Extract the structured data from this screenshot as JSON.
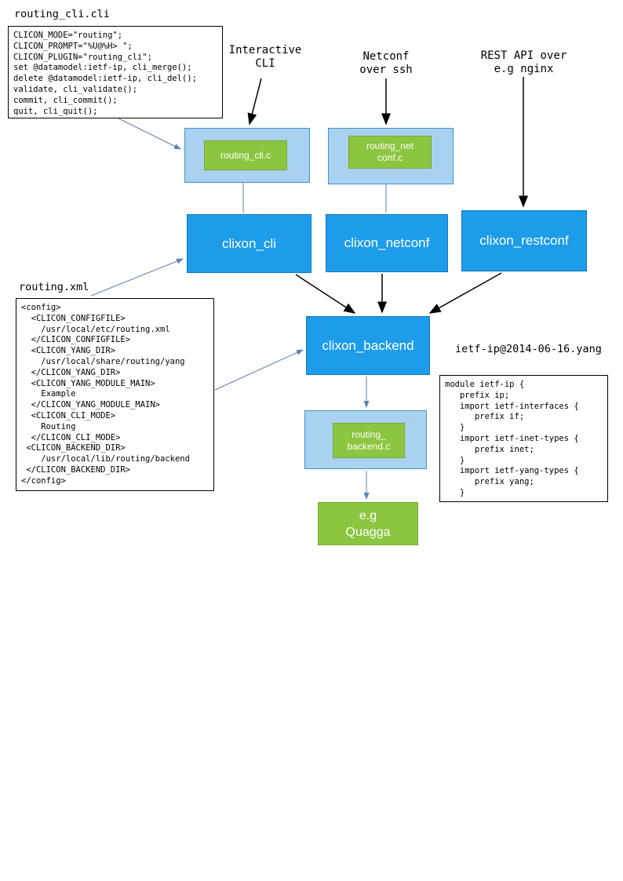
{
  "colors": {
    "box_blue": "#1d9ce9",
    "box_light_blue": "#a8d2f0",
    "box_green": "#8cc540",
    "arrow_blue": "#5b82b5",
    "arrow_black": "#000000"
  },
  "files": {
    "cli_spec": {
      "title": "routing_cli.cli",
      "code": "CLICON_MODE=\"routing\";\nCLICON_PROMPT=\"%U@%H> \";\nCLICON_PLUGIN=\"routing_cli\";\nset @datamodel:ietf-ip, cli_merge();\ndelete @datamodel:ietf-ip, cli_del();\nvalidate, cli_validate();\ncommit, cli_commit();\nquit, cli_quit();"
    },
    "config_xml": {
      "title": "routing.xml",
      "code": "<config>\n  <CLICON_CONFIGFILE>\n    /usr/local/etc/routing.xml\n  </CLICON_CONFIGFILE>\n  <CLICON_YANG_DIR>\n    /usr/local/share/routing/yang\n  </CLICON_YANG_DIR>\n  <CLICON_YANG_MODULE_MAIN>\n    Example\n  </CLICON_YANG_MODULE_MAIN>\n  <CLICON_CLI_MODE>\n    Routing\n  </CLICON_CLI_MODE>\n <CLICON_BACKEND_DIR>\n    /usr/local/lib/routing/backend\n </CLICON_BACKEND_DIR>\n</config>"
    },
    "yang_module": {
      "title": "ietf-ip@2014-06-16.yang",
      "code": "module ietf-ip {\n   prefix ip;\n   import ietf-interfaces {\n      prefix if;\n   }\n   import ietf-inet-types {\n      prefix inet;\n   }\n   import ietf-yang-types {\n      prefix yang;\n   }"
    }
  },
  "annotations": {
    "interactive_cli": "Interactive\nCLI",
    "netconf_ssh": "Netconf\nover ssh",
    "rest_api": "REST API over\ne.g nginx"
  },
  "nodes": {
    "routing_cli_c": "routing_cli.c",
    "routing_netconf_c": "routing_net\nconf.c",
    "clixon_cli": "clixon_cli",
    "clixon_netconf": "clixon_netconf",
    "clixon_restconf": "clixon_restconf",
    "clixon_backend": "clixon_backend",
    "routing_backend_c": "routing_\nbackend.c",
    "quagga": "e.g\nQuagga"
  }
}
